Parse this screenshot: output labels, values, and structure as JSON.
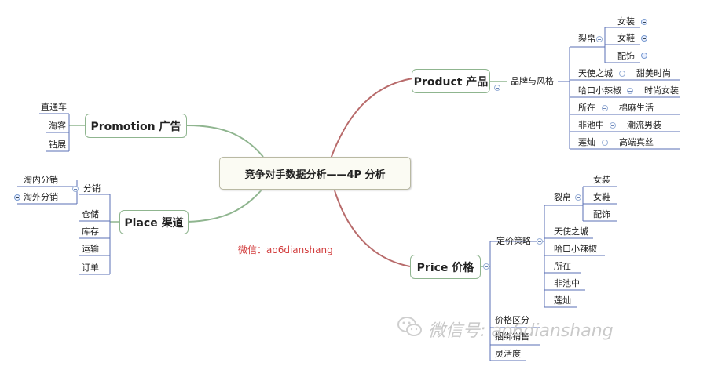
{
  "central": "竞争对手数据分析——4P 分析",
  "product": {
    "title": "Product 产品",
    "sub": "品牌与风格",
    "lie_bo": "裂帛",
    "lie_bo_items": [
      "女装",
      "女鞋",
      "配饰"
    ],
    "brands": [
      {
        "brand": "天使之城",
        "style": "甜美时尚"
      },
      {
        "brand": "哈口小辣椒",
        "style": "时尚女装"
      },
      {
        "brand": "所在",
        "style": "棉麻生活"
      },
      {
        "brand": "非池中",
        "style": "潮流男装"
      },
      {
        "brand": "莲灿",
        "style": "高端真丝"
      }
    ]
  },
  "promotion": {
    "title": "Promotion 广告",
    "items": [
      "直通车",
      "淘客",
      "钻展"
    ]
  },
  "place": {
    "title": "Place 渠道",
    "fenxiao": "分销",
    "fenxiao_items": [
      "淘内分销",
      "淘外分销"
    ],
    "items": [
      "仓储",
      "库存",
      "运输",
      "订单"
    ]
  },
  "price": {
    "title": "Price 价格",
    "sub": "定价策略",
    "lie_bo": "裂帛",
    "lie_bo_items": [
      "女装",
      "女鞋",
      "配饰"
    ],
    "brands": [
      "天使之城",
      "哈口小辣椒",
      "所在",
      "非池中",
      "莲灿"
    ],
    "others": [
      "价格区分",
      "捆绑销售",
      "灵活度"
    ]
  },
  "wechat_label": "微信：",
  "wechat_id": "ao6dianshang",
  "watermark": "微信号: ao6dianshang",
  "colors": {
    "central_line": "#b86b6b",
    "branch_line": "#8fb58f",
    "leaf_line": "#5a6fb5"
  }
}
